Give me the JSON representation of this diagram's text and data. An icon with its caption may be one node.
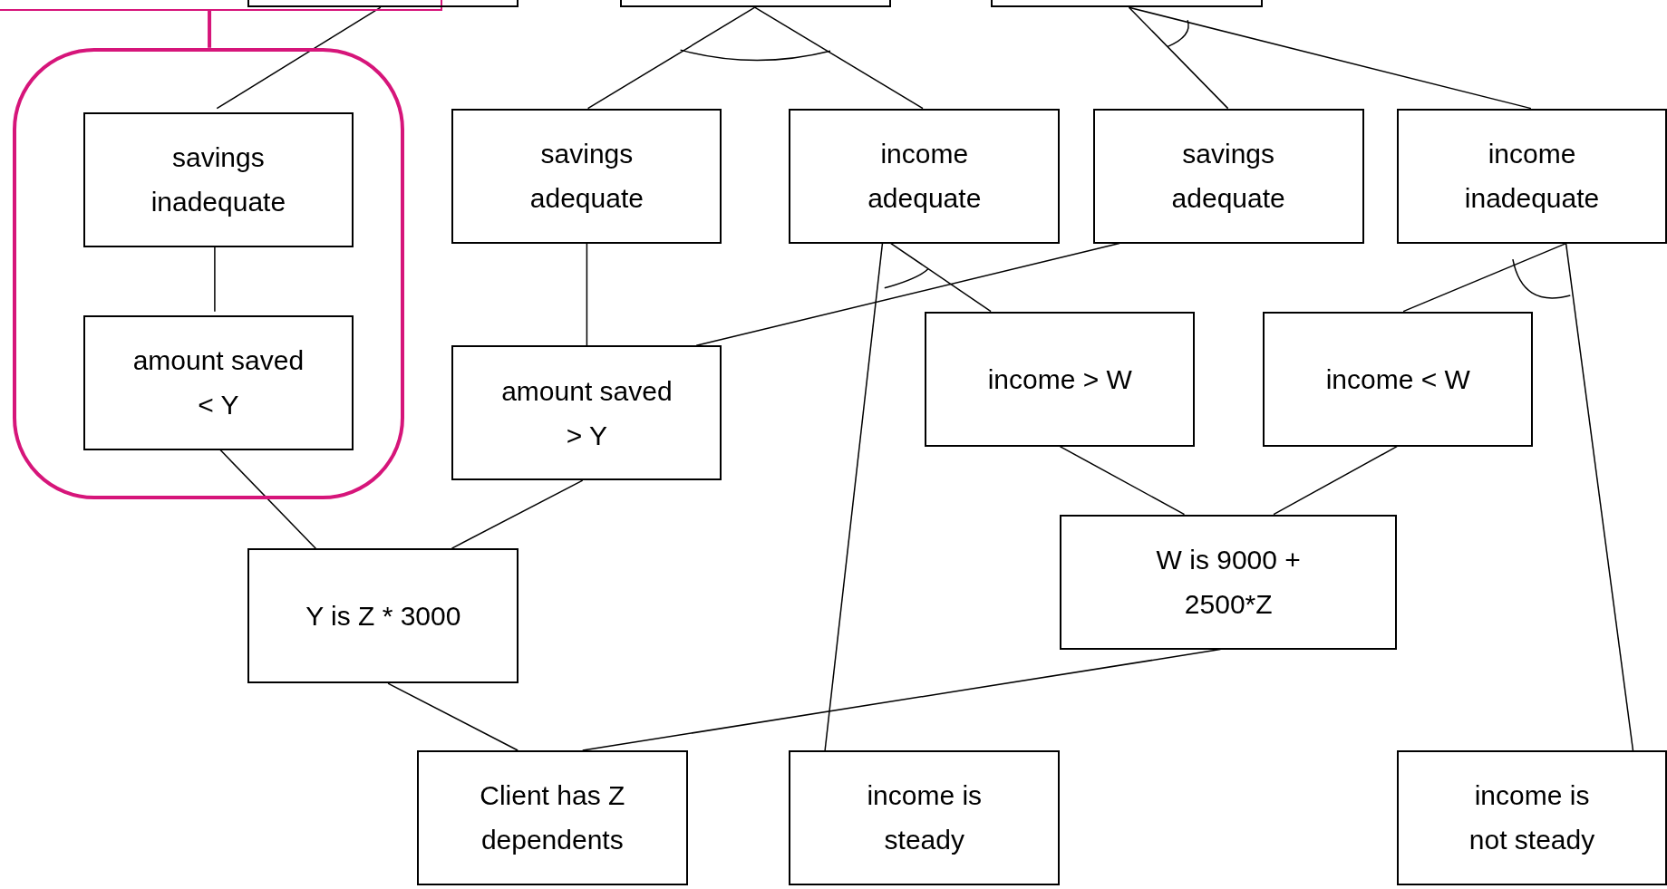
{
  "diagram": {
    "nodes": [
      {
        "text": [],
        "shape": "box"
      },
      {
        "text": [],
        "shape": "box"
      },
      {
        "text": [],
        "shape": "box"
      },
      {
        "text": [],
        "shape": "box"
      },
      {
        "text": [],
        "shape": "box"
      },
      {
        "text": [
          "savings inadequate"
        ],
        "in": 4
      },
      {
        "text": [
          "savings adequate"
        ]
      },
      {
        "text": [
          "income adequate"
        ]
      },
      {
        "text": [
          "savings adequate"
        ]
      },
      {
        "text": [
          "income inadequate"
        ]
      },
      {
        "text": [
          "amount saved < Y"
        ],
        "in": 4
      },
      {
        "text": [
          "amount saved > Y"
        ]
      },
      {
        "text": [
          "income > W"
        ]
      },
      {
        "text": [
          "income < W"
        ]
      },
      {
        "text": [
          "Y is Z * 3000"
        ]
      },
      {
        "text": [
          "W is 9000 + 2500*Z"
        ]
      },
      {
        "text": [
          "Client has Z dependents"
        ]
      },
      {
        "text": [
          "income is steady"
        ]
      },
      {
        "text": [
          "income is not steady"
        ]
      }
    ],
    "edges": [
      {
        "from": 0,
        "to": 4,
        "arrow": "none",
        "color": "#d6157a"
      },
      {
        "from": 1,
        "to": 5,
        "arrow": "none"
      },
      {
        "from": 2,
        "to": 6,
        "arrow": "none"
      },
      {
        "from": 2,
        "to": 7,
        "arrow": "none"
      },
      {
        "from": 3,
        "to": 8,
        "arrow": "none"
      },
      {
        "from": 3,
        "to": 9,
        "arrow": "none"
      },
      {
        "from": 5,
        "to": 10,
        "arrow": "none"
      },
      {
        "from": 6,
        "to": 11,
        "arrow": "none"
      },
      {
        "from": 7,
        "to": 12,
        "arrow": "none"
      },
      {
        "from": 7,
        "to": 17,
        "arrow": "none"
      },
      {
        "from": 8,
        "to": 11,
        "arrow": "none"
      },
      {
        "from": 9,
        "to": 13,
        "arrow": "none"
      },
      {
        "from": 9,
        "to": 18,
        "arrow": "none"
      },
      {
        "from": 10,
        "to": 14,
        "arrow": "none"
      },
      {
        "from": 11,
        "to": 14,
        "arrow": "none"
      },
      {
        "from": 12,
        "to": 15,
        "arrow": "none"
      },
      {
        "from": 13,
        "to": 15,
        "arrow": "none"
      },
      {
        "from": 14,
        "to": 16,
        "arrow": "none"
      },
      {
        "from": 15,
        "to": 16,
        "arrow": "none"
      }
    ]
  }
}
